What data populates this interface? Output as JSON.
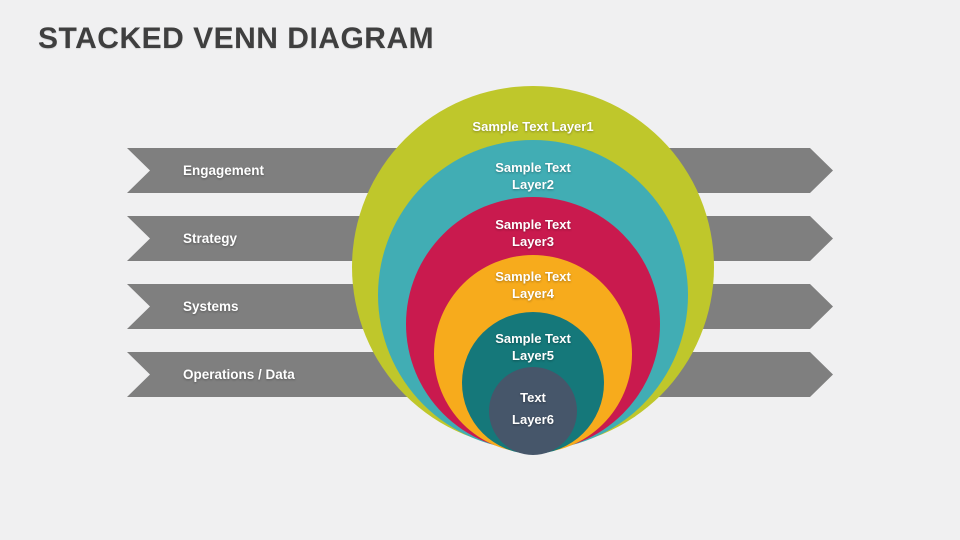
{
  "slide": {
    "title": "STACKED VENN DIAGRAM"
  },
  "bands": [
    {
      "label": "Engagement"
    },
    {
      "label": "Strategy"
    },
    {
      "label": "Systems"
    },
    {
      "label": "Operations / Data"
    }
  ],
  "layers": [
    {
      "name": "Layer 1",
      "lines": [
        "Sample Text Layer1"
      ],
      "color": "#bfc72b"
    },
    {
      "name": "Layer 2",
      "lines": [
        "Sample Text",
        "Layer2"
      ],
      "color": "#41adb4"
    },
    {
      "name": "Layer 3",
      "lines": [
        "Sample Text",
        "Layer3"
      ],
      "color": "#c91a4e"
    },
    {
      "name": "Layer 4",
      "lines": [
        "Sample Text",
        "Layer4"
      ],
      "color": "#f7ab1c"
    },
    {
      "name": "Layer 5",
      "lines": [
        "Sample Text",
        "Layer5"
      ],
      "color": "#15787a"
    },
    {
      "name": "Layer 6",
      "lines": [
        "Text",
        "Layer6"
      ],
      "color": "#46566a"
    }
  ],
  "colors": {
    "background": "#f0f0f1",
    "band": "#7f7f7f",
    "title": "#3f3f3f",
    "label_text": "#ffffff"
  }
}
